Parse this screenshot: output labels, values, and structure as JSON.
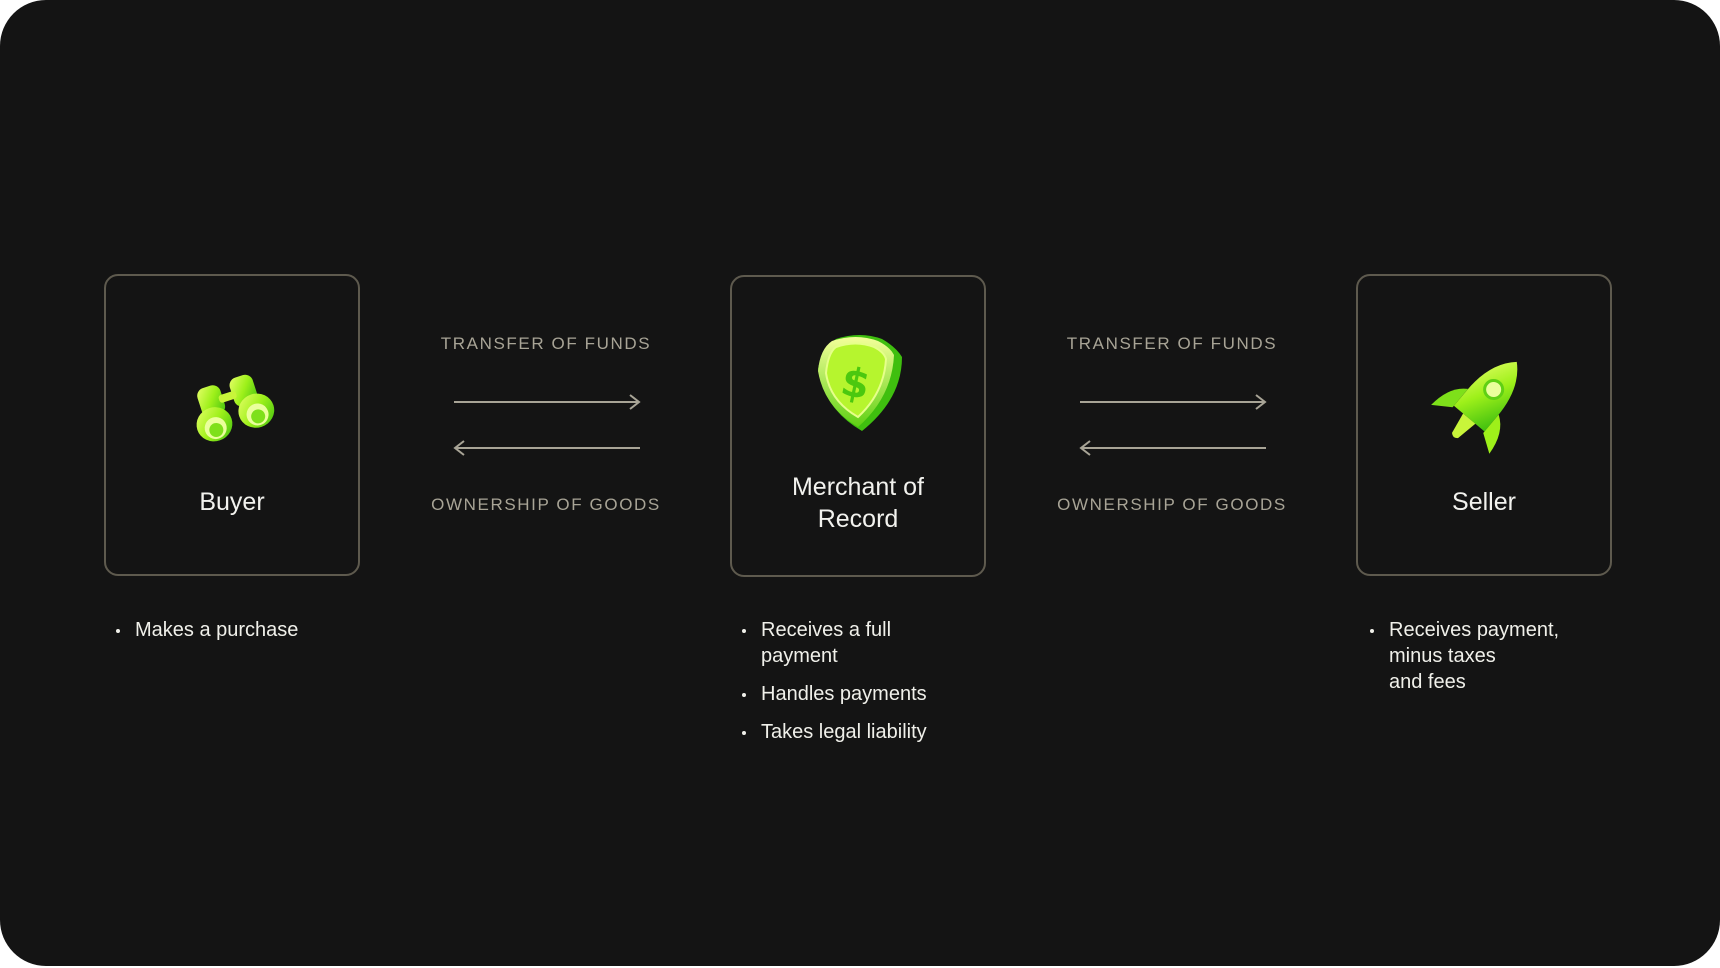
{
  "colors": {
    "background": "#141414",
    "card_border": "#5e5a4e",
    "text": "#f2f2ee",
    "label": "#a8a496",
    "accent_green": "#9ef01a"
  },
  "entities": [
    {
      "title": "Buyer",
      "icon": "binoculars-icon",
      "bullets": [
        "Makes a purchase"
      ]
    },
    {
      "title": "Merchant of\nRecord",
      "icon": "shield-dollar-icon",
      "bullets": [
        "Receives a full\npayment",
        "Handles payments",
        "Takes legal liability"
      ]
    },
    {
      "title": "Seller",
      "icon": "rocket-icon",
      "bullets": [
        "Receives payment,\nminus taxes\nand fees"
      ]
    }
  ],
  "flows": [
    {
      "top_label": "TRANSFER OF FUNDS",
      "bottom_label": "OWNERSHIP OF GOODS"
    },
    {
      "top_label": "TRANSFER OF FUNDS",
      "bottom_label": "OWNERSHIP OF GOODS"
    }
  ]
}
